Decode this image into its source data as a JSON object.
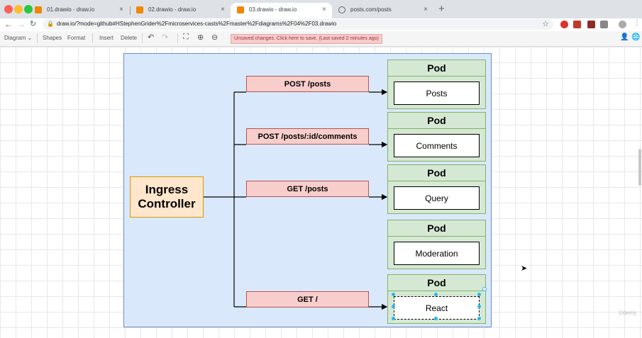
{
  "browser": {
    "tabs": [
      {
        "title": "01.drawio - draw.io",
        "close": "×"
      },
      {
        "title": "02.drawio - draw.io",
        "close": "×"
      },
      {
        "title": "03.drawio - draw.io",
        "close": "×"
      },
      {
        "title": "posts.com/posts",
        "close": "×"
      }
    ],
    "new_tab": "+",
    "url": "draw.io/?mode=github#HStephenGrider%2Fmicroservices-casts%2Fmaster%2Fdiagrams%2F04%2F03.drawio",
    "traffic_colors": [
      "#ff5f57",
      "#febc2e",
      "#28c840"
    ],
    "accent": "#f08705"
  },
  "toolbar": {
    "diagram": "Diagram ⌄",
    "shapes": "Shapes",
    "format": "Format",
    "insert": "Insert",
    "delete": "Delete",
    "unsaved": "Unsaved changes. Click here to save. (Last saved 2 minutes ago)"
  },
  "diagram": {
    "ingress": "Ingress\nController",
    "routes": [
      "POST /posts",
      "POST /posts/:id/comments",
      "GET /posts",
      "GET /"
    ],
    "pods": [
      {
        "title": "Pod",
        "service": "Posts"
      },
      {
        "title": "Pod",
        "service": "Comments"
      },
      {
        "title": "Pod",
        "service": "Query"
      },
      {
        "title": "Pod",
        "service": "Moderation"
      },
      {
        "title": "Pod",
        "service": "React"
      }
    ],
    "colors": {
      "panel": "#dae8fc",
      "ingress": "#ffe6cc",
      "route": "#f8cecc",
      "pod": "#d5e8d4"
    }
  },
  "watermark": "Udemy"
}
